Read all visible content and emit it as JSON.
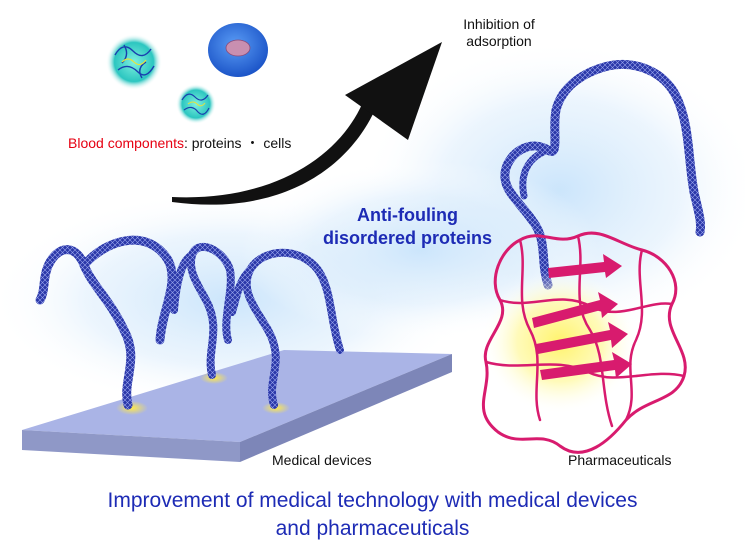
{
  "labels": {
    "inhibition_line1": "Inhibition of",
    "inhibition_line2": "adsorption",
    "blood_components": "Blood components",
    "blood_rest": ": proteins ・ cells",
    "antifouling_line1": "Anti-fouling",
    "antifouling_line2": "disordered proteins",
    "medical_devices": "Medical devices",
    "pharmaceuticals": "Pharmaceuticals",
    "caption_line1": "Improvement of medical technology with medical devices",
    "caption_line2": "and pharmaceuticals"
  },
  "colors": {
    "accent_blue": "#1d2bb5",
    "accent_red": "#e60012",
    "protein_chain": "#2a37a8",
    "pharma_protein": "#d81b6e",
    "plate_top": "#a9b4e6",
    "cell": "#2b6fe0",
    "glow_yellow": "#fff36b"
  },
  "icons": {
    "arrow": "curved-arrow-icon",
    "cell": "cell-icon",
    "protein_blob": "blood-protein-icon"
  }
}
